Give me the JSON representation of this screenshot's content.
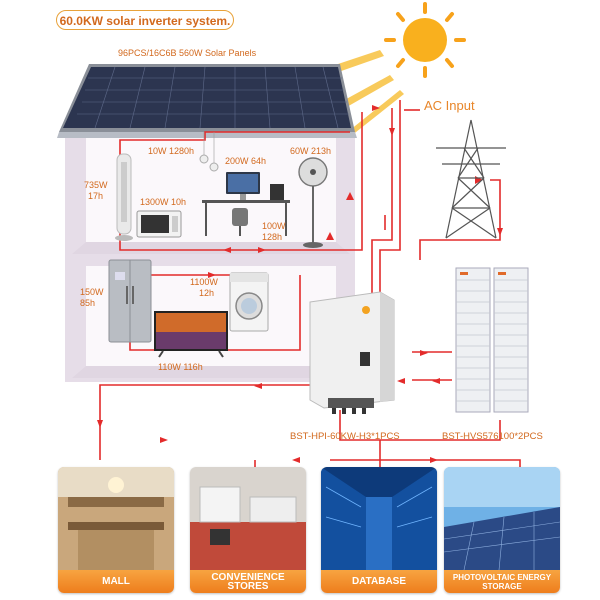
{
  "title": "60.0KW solar inverter system.",
  "panels_label": "96PCS/16C6B 560W Solar Panels",
  "ac_input_label": "AC Input",
  "inverter_label": "BST-HPI-60KW-H3*1PCS",
  "battery_label": "BST-HVS576100*2PCS",
  "appliances": {
    "lights": "10W 1280h",
    "computer": "200W 64h",
    "fan": "60W 213h",
    "tower_fan_w": "735W",
    "tower_fan_h": "17h",
    "microwave": "1300W 10h",
    "printer_w": "100W",
    "printer_h": "128h",
    "fridge_w": "150W",
    "fridge_h": "85h",
    "washer_w": "1100W",
    "washer_h": "12h",
    "tv": "110W 116h"
  },
  "applications": [
    {
      "label": "MALL"
    },
    {
      "label": "CONVENIENCE STORES"
    },
    {
      "label": "DATABASE"
    },
    {
      "label": "PHOTOVOLTAIC ENERGY STORAGE"
    }
  ],
  "colors": {
    "wire": "#e32b2b",
    "accent": "#f08a24",
    "label": "#d2691e",
    "house_wall": "#e6dde8",
    "panel": "#2c3550"
  }
}
